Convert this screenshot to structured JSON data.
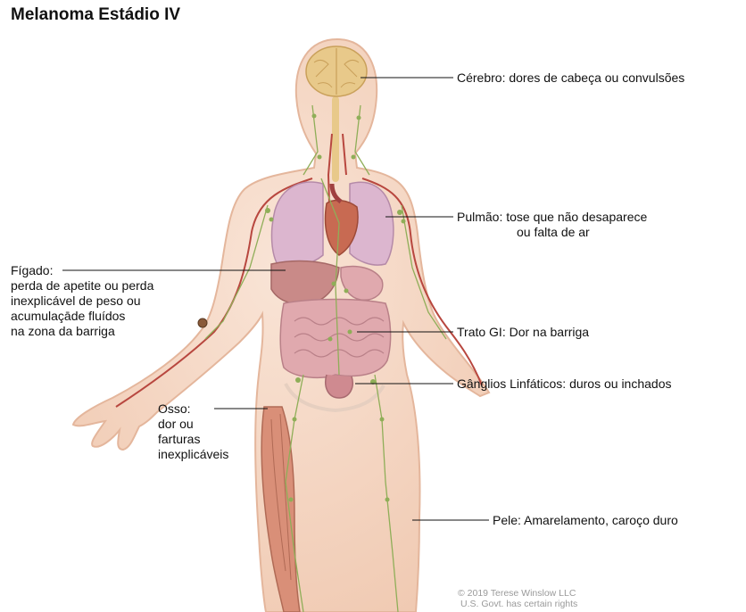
{
  "title": "Melanoma Estádio IV",
  "labels": {
    "brain": "Cérebro: dores de cabeça ou convulsões",
    "lung_1": "Pulmão: tose que não desaparece",
    "lung_2": "ou falta de ar",
    "liver_1": "Fígado:",
    "liver_2": "perda de apetite ou perda",
    "liver_3": "inexplicável de peso ou",
    "liver_4": "acumulaçāde fluídos",
    "liver_5": "na zona da barriga",
    "gi": "Trato GI: Dor na barriga",
    "lymph": "Gânglios Linfáticos: duros ou inchados",
    "bone_1": "Osso:",
    "bone_2": "dor ou",
    "bone_3": "farturas",
    "bone_4": "inexplicáveis",
    "skin": "Pele: Amarelamento, caroço duro"
  },
  "credit": {
    "line1": "© 2019 Terese Winslow LLC",
    "line2": "U.S. Govt. has certain rights"
  },
  "colors": {
    "skin": "#f6d8c6",
    "skin_edge": "#e4b69c",
    "brain": "#e8c98a",
    "lung": "#dcb6cf",
    "heart": "#c86a52",
    "liver": "#c98a88",
    "intestine": "#e0a9ae",
    "colon": "#cf8a90",
    "bone_muscle": "#d98f78",
    "lymph": "#8fae58",
    "vessel": "#b8473f"
  }
}
